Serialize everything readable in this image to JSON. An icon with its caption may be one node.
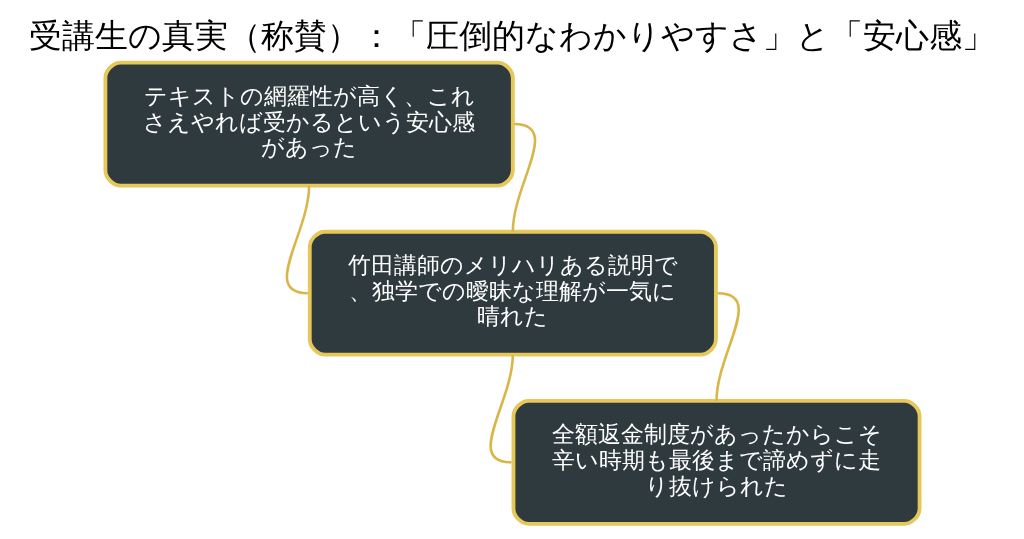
{
  "diagram": {
    "title": "受講生の真実（称賛）：「圧倒的なわかりやすさ」と「安心感」",
    "nodes": [
      {
        "text": [
          "テキストの網羅性が高く、これさえやれば受かるという安心感があった"
        ]
      },
      {
        "text": [
          "竹田講師のメリハリある説明で、独学での曖昧な理解が一気に晴れた"
        ]
      },
      {
        "text": [
          "全額返金制度があったからこそ辛い時期も最後まで諦めずに走り抜けられた"
        ]
      }
    ],
    "edges": [
      {
        "from": 0,
        "to": 1,
        "arrow": "none"
      },
      {
        "from": 0,
        "to": 1,
        "arrow": "none"
      },
      {
        "from": 1,
        "to": 2,
        "arrow": "none"
      },
      {
        "from": 1,
        "to": 2,
        "arrow": "none"
      }
    ]
  }
}
